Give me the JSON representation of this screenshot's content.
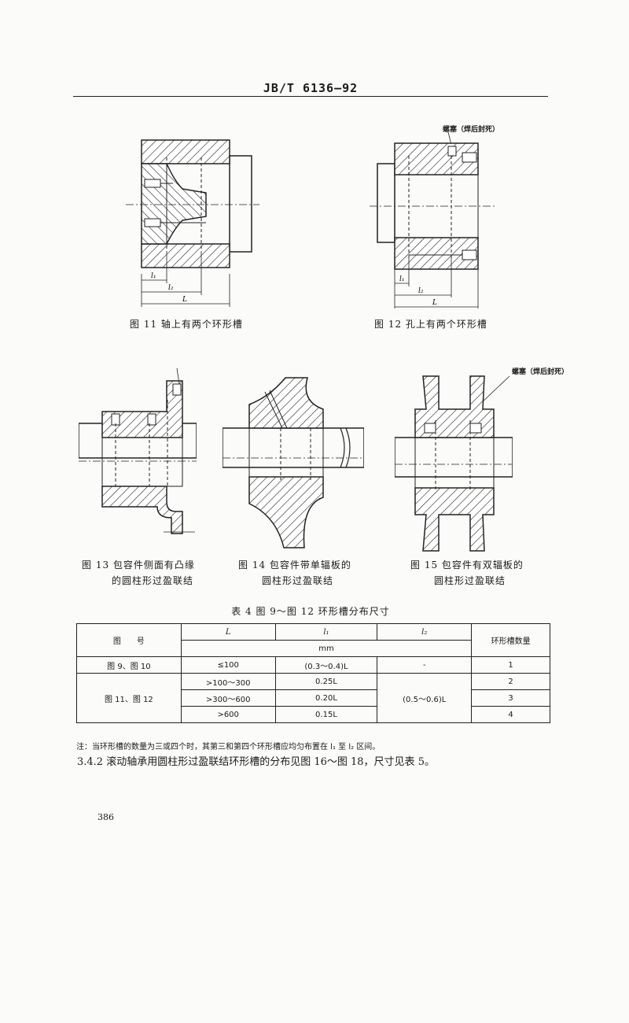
{
  "header": {
    "code": "JB/T 6136—92"
  },
  "figures": {
    "fig11": {
      "caption": "图 11   轴上有两个环形槽",
      "dims": {
        "l1": "l₁",
        "l2": "l₂",
        "L": "L"
      }
    },
    "fig12": {
      "caption": "图 12   孔上有两个环形槽",
      "callout": "螺塞（焊后封死）",
      "dims": {
        "l1": "l₁",
        "l2": "l₂",
        "L": "L"
      }
    },
    "fig13": {
      "caption_line1": "图 13   包容件侧面有凸缘",
      "caption_line2": "的圆柱形过盈联结"
    },
    "fig14": {
      "caption_line1": "图 14   包容件带单辐板的",
      "caption_line2": "圆柱形过盈联结"
    },
    "fig15": {
      "caption_line1": "图 15   包容件有双辐板的",
      "caption_line2": "圆柱形过盈联结",
      "callout": "螺塞（焊后封死）"
    }
  },
  "table": {
    "title": "表 4   图 9～图 12 环形槽分布尺寸",
    "headers": {
      "fig_no": "图　　号",
      "L": "L",
      "l1": "l₁",
      "l2": "l₂",
      "unit": "mm",
      "count": "环形槽数量"
    },
    "rows": [
      {
        "fig": "图 9、图 10",
        "L": "≤100",
        "l1": "(0.3～0.4)L",
        "l2": "-",
        "count": "1"
      },
      {
        "fig": "图 11、图 12",
        "L": ">100～300",
        "l1": "0.25L",
        "l2": "(0.5～0.6)L",
        "count": "2"
      },
      {
        "L": ">300～600",
        "l1": "0.20L",
        "count": "3"
      },
      {
        "L": ">600",
        "l1": "0.15L",
        "count": "4"
      }
    ]
  },
  "note": "注：当环形槽的数量为三或四个时，其第三和第四个环形槽应均匀布置在 l₁ 至 l₂ 区间。",
  "clause": "3.4.2   滚动轴承用圆柱形过盈联结环形槽的分布见图 16～图 18，尺寸见表 5。",
  "page_number": "386"
}
